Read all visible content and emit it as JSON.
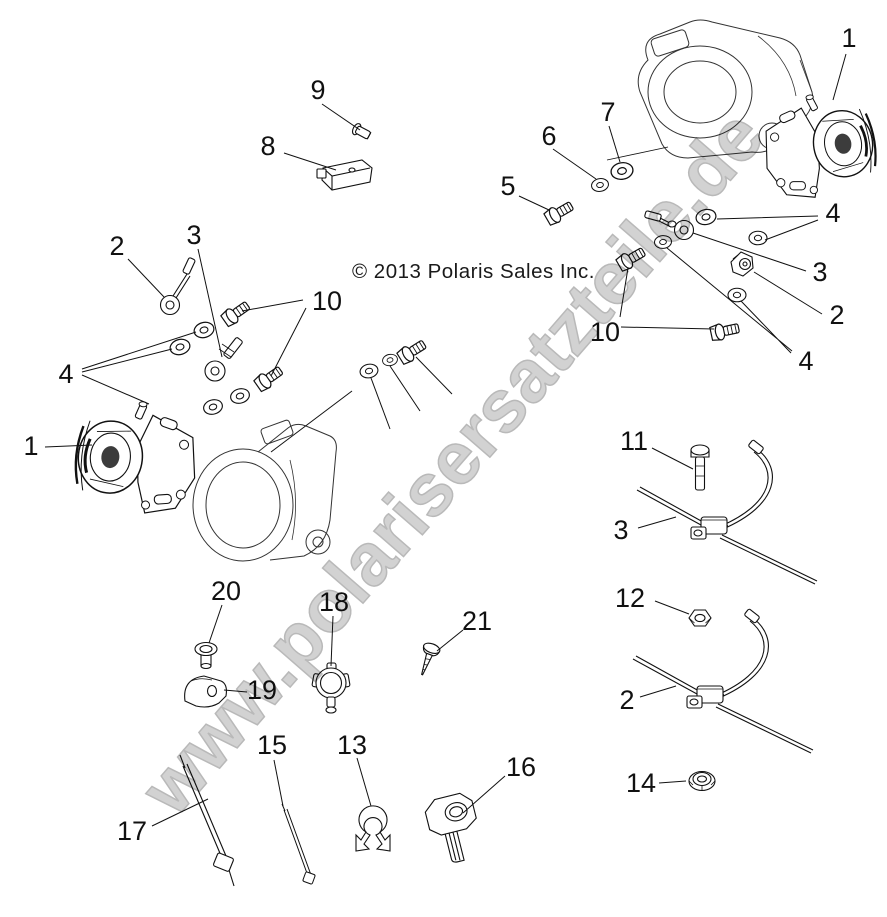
{
  "copyright": "© 2013 Polaris Sales Inc.",
  "watermark": {
    "text": "www.polarisersatzteile.de",
    "color": "#d2d2d2"
  },
  "colors": {
    "background": "#ffffff",
    "line_art": "#111111",
    "housing_line": "#333333",
    "label_text": "#111111"
  },
  "callouts": [
    {
      "n": "9"
    },
    {
      "n": "8"
    },
    {
      "n": "1"
    },
    {
      "n": "7"
    },
    {
      "n": "6"
    },
    {
      "n": "5"
    },
    {
      "n": "2"
    },
    {
      "n": "3"
    },
    {
      "n": "10"
    },
    {
      "n": "4"
    },
    {
      "n": "3"
    },
    {
      "n": "2"
    },
    {
      "n": "10"
    },
    {
      "n": "4"
    },
    {
      "n": "4"
    },
    {
      "n": "1"
    },
    {
      "n": "11"
    },
    {
      "n": "3"
    },
    {
      "n": "12"
    },
    {
      "n": "2"
    },
    {
      "n": "14"
    },
    {
      "n": "16"
    },
    {
      "n": "13"
    },
    {
      "n": "15"
    },
    {
      "n": "17"
    },
    {
      "n": "18"
    },
    {
      "n": "19"
    },
    {
      "n": "20"
    },
    {
      "n": "21"
    }
  ]
}
